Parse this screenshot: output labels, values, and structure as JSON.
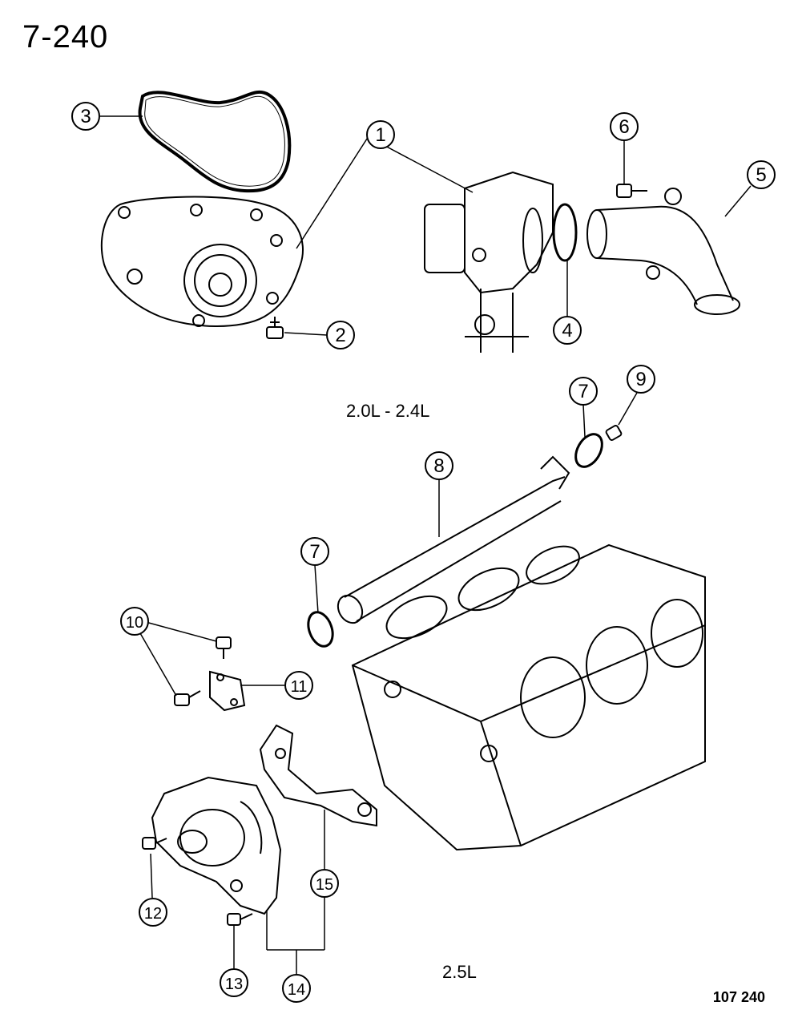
{
  "page_number": "7-240",
  "figure_id": "107 240",
  "captions": {
    "engine_a": "2.0L - 2.4L",
    "engine_b": "2.5L"
  },
  "callouts": [
    "1",
    "2",
    "3",
    "4",
    "5",
    "6",
    "7",
    "7",
    "8",
    "9",
    "10",
    "11",
    "12",
    "13",
    "14",
    "15"
  ]
}
